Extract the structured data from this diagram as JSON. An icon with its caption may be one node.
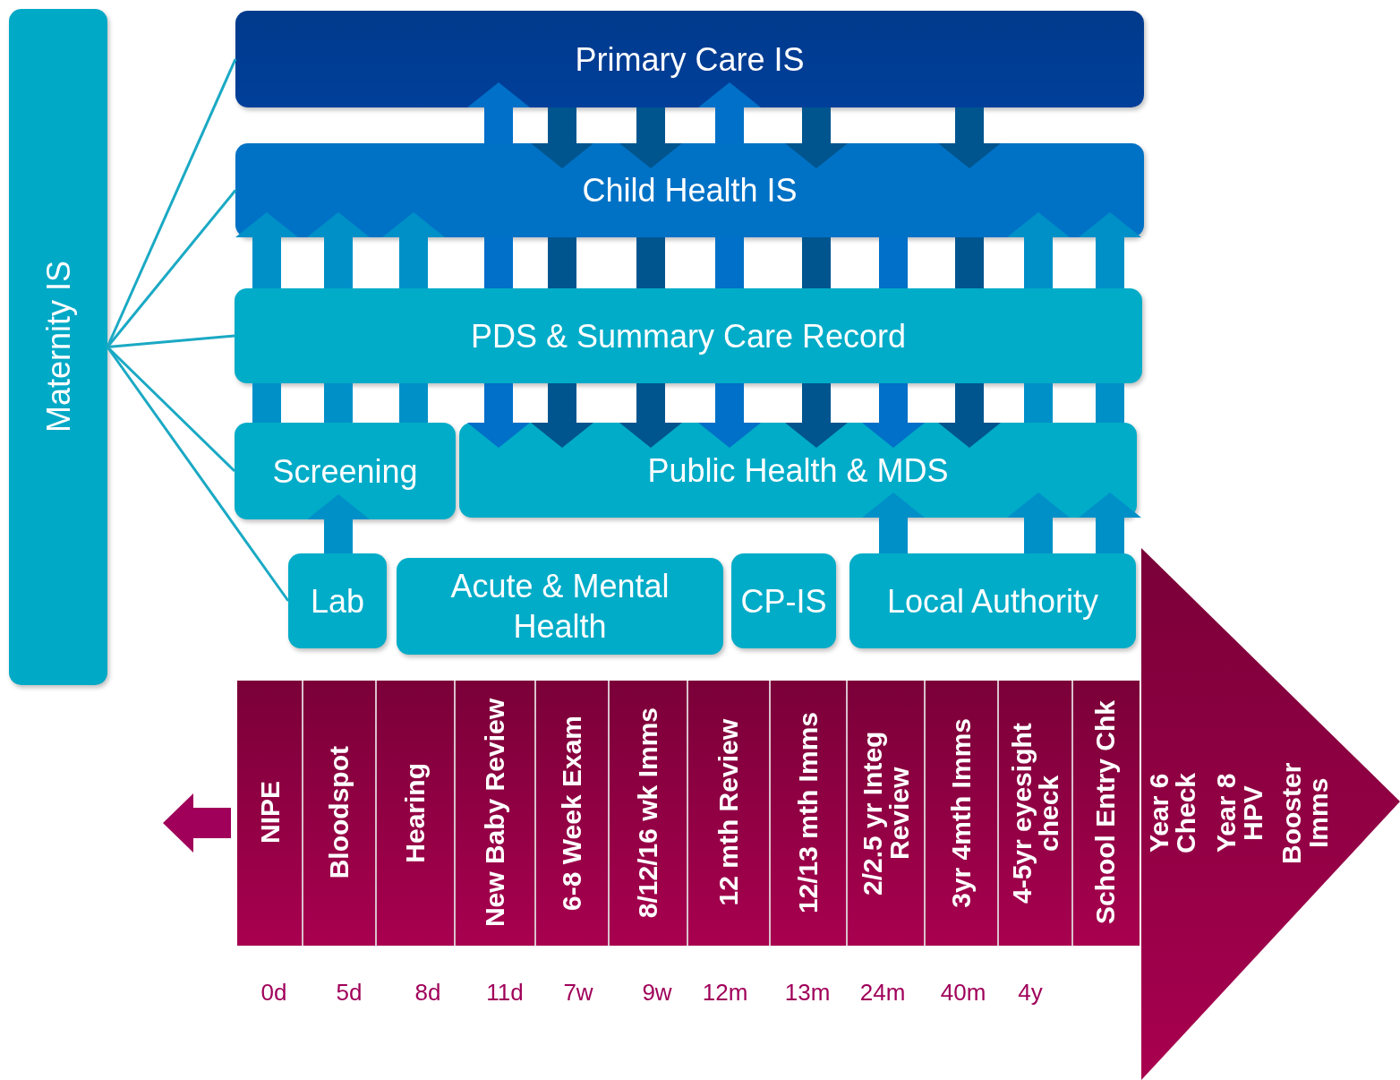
{
  "diagram": {
    "nodes": [
      {
        "text": [
          "Maternity IS"
        ]
      },
      {
        "text": [
          "Primary Care IS"
        ]
      },
      {
        "text": [
          "Child Health IS"
        ]
      },
      {
        "text": [
          "PDS & Summary Care Record"
        ]
      },
      {
        "text": [
          "Screening"
        ]
      },
      {
        "text": [
          "Public Health & MDS"
        ]
      },
      {
        "text": [
          "Lab"
        ]
      },
      {
        "text": [
          "Acute & Mental Health"
        ]
      },
      {
        "text": [
          "CP-IS"
        ]
      },
      {
        "text": [
          "Local Authority"
        ]
      }
    ],
    "edges": [
      {
        "from": 0,
        "to": 1,
        "arrow": "none",
        "color": "#1aa9c4"
      },
      {
        "from": 0,
        "to": 2,
        "arrow": "none",
        "color": "#1aa9c4"
      },
      {
        "from": 0,
        "to": 3,
        "arrow": "none",
        "color": "#1aa9c4"
      },
      {
        "from": 0,
        "to": 4,
        "arrow": "none",
        "color": "#1aa9c4"
      },
      {
        "from": 0,
        "to": 6,
        "arrow": "none",
        "color": "#1aa9c4"
      },
      {
        "from": 4,
        "to": 3,
        "arrow": "none"
      },
      {
        "from": 3,
        "to": 2,
        "arrow": "to"
      },
      {
        "from": 4,
        "to": 3,
        "arrow": "none"
      },
      {
        "from": 3,
        "to": 2,
        "arrow": "to"
      },
      {
        "from": 4,
        "to": 3,
        "arrow": "none"
      },
      {
        "from": 3,
        "to": 2,
        "arrow": "to"
      },
      {
        "from": 6,
        "to": 4,
        "arrow": "to"
      },
      {
        "from": 2,
        "to": 1,
        "arrow": "to",
        "color": "#0070c8"
      },
      {
        "from": 2,
        "to": 3,
        "arrow": "none",
        "color": "#0070c8"
      },
      {
        "from": 3,
        "to": 5,
        "arrow": "to",
        "color": "#0070c8"
      },
      {
        "from": 1,
        "to": 2,
        "arrow": "to",
        "color": "#00558f"
      },
      {
        "from": 2,
        "to": 3,
        "arrow": "none",
        "color": "#00558f"
      },
      {
        "from": 3,
        "to": 5,
        "arrow": "to",
        "color": "#00558f"
      },
      {
        "from": 1,
        "to": 2,
        "arrow": "to",
        "color": "#00558f"
      },
      {
        "from": 2,
        "to": 3,
        "arrow": "none",
        "color": "#00558f"
      },
      {
        "from": 3,
        "to": 5,
        "arrow": "to",
        "color": "#00558f"
      },
      {
        "from": 2,
        "to": 1,
        "arrow": "to",
        "color": "#0070c8"
      },
      {
        "from": 2,
        "to": 3,
        "arrow": "none",
        "color": "#0070c8"
      },
      {
        "from": 3,
        "to": 5,
        "arrow": "to",
        "color": "#0070c8"
      },
      {
        "from": 1,
        "to": 2,
        "arrow": "to",
        "color": "#00558f"
      },
      {
        "from": 2,
        "to": 3,
        "arrow": "none",
        "color": "#00558f"
      },
      {
        "from": 3,
        "to": 5,
        "arrow": "to",
        "color": "#00558f"
      },
      {
        "from": 2,
        "to": 3,
        "arrow": "none",
        "color": "#0070c8"
      },
      {
        "from": 3,
        "to": 5,
        "arrow": "to",
        "color": "#0070c8"
      },
      {
        "from": 9,
        "to": 5,
        "arrow": "to"
      },
      {
        "from": 1,
        "to": 2,
        "arrow": "to",
        "color": "#00558f"
      },
      {
        "from": 2,
        "to": 3,
        "arrow": "none",
        "color": "#00558f"
      },
      {
        "from": 3,
        "to": 5,
        "arrow": "to",
        "color": "#00558f"
      },
      {
        "from": 9,
        "to": 5,
        "arrow": "to"
      },
      {
        "from": 5,
        "to": 3,
        "arrow": "none"
      },
      {
        "from": 3,
        "to": 2,
        "arrow": "to"
      },
      {
        "from": 9,
        "to": 5,
        "arrow": "to"
      },
      {
        "from": 5,
        "to": 3,
        "arrow": "none"
      },
      {
        "from": 3,
        "to": 2,
        "arrow": "to"
      }
    ],
    "labels": [
      "NIPE",
      "Bloodspot",
      "Hearing",
      "New Baby Review",
      "6-8 Week Exam",
      "8/12/16 wk Imms",
      "12 mth Review",
      "12/13 mth Imms",
      "2/2.5 yr Integ Review",
      "3yr 4mth Imms",
      "4-5yr eyesight check",
      "School Entry Chk",
      "Year 6 Check",
      "Year 8 HPV",
      "Booster Imms",
      "0d",
      "5d",
      "8d",
      "11d",
      "7w",
      "9w",
      "12m",
      "13m",
      "24m",
      "40m",
      "4y"
    ]
  }
}
